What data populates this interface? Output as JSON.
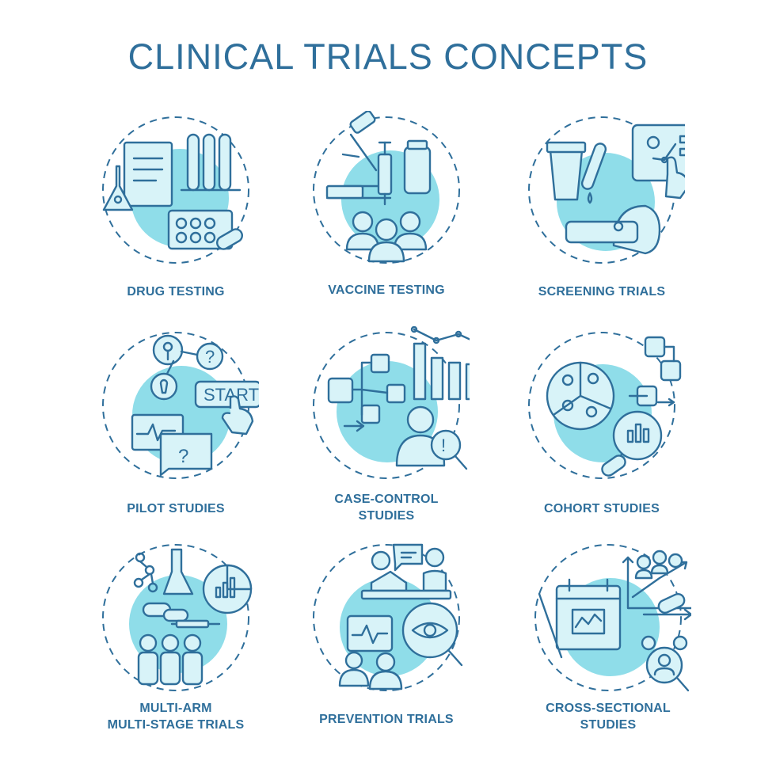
{
  "title": "CLINICAL TRIALS CONCEPTS",
  "concepts": [
    {
      "lines": [
        "DRUG TESTING"
      ],
      "icon": "drug-testing-icon"
    },
    {
      "lines": [
        "VACCINE TESTING"
      ],
      "icon": "vaccine-testing-icon"
    },
    {
      "lines": [
        "SCREENING TRIALS"
      ],
      "icon": "screening-trials-icon"
    },
    {
      "lines": [
        "PILOT STUDIES"
      ],
      "icon": "pilot-studies-icon"
    },
    {
      "lines": [
        "CASE-CONTROL",
        "STUDIES"
      ],
      "icon": "case-control-studies-icon"
    },
    {
      "lines": [
        "COHORT STUDIES"
      ],
      "icon": "cohort-studies-icon"
    },
    {
      "lines": [
        "MULTI-ARM",
        "MULTI-STAGE TRIALS"
      ],
      "icon": "multi-arm-multi-stage-trials-icon"
    },
    {
      "lines": [
        "PREVENTION TRIALS"
      ],
      "icon": "prevention-trials-icon"
    },
    {
      "lines": [
        "CROSS-SECTIONAL",
        "STUDIES"
      ],
      "icon": "cross-sectional-studies-icon"
    }
  ],
  "icon_text": {
    "start": "START"
  },
  "colors": {
    "outline": "#2f6f9b",
    "accent": "#8fdde9",
    "fill": "#d8f3f8"
  }
}
